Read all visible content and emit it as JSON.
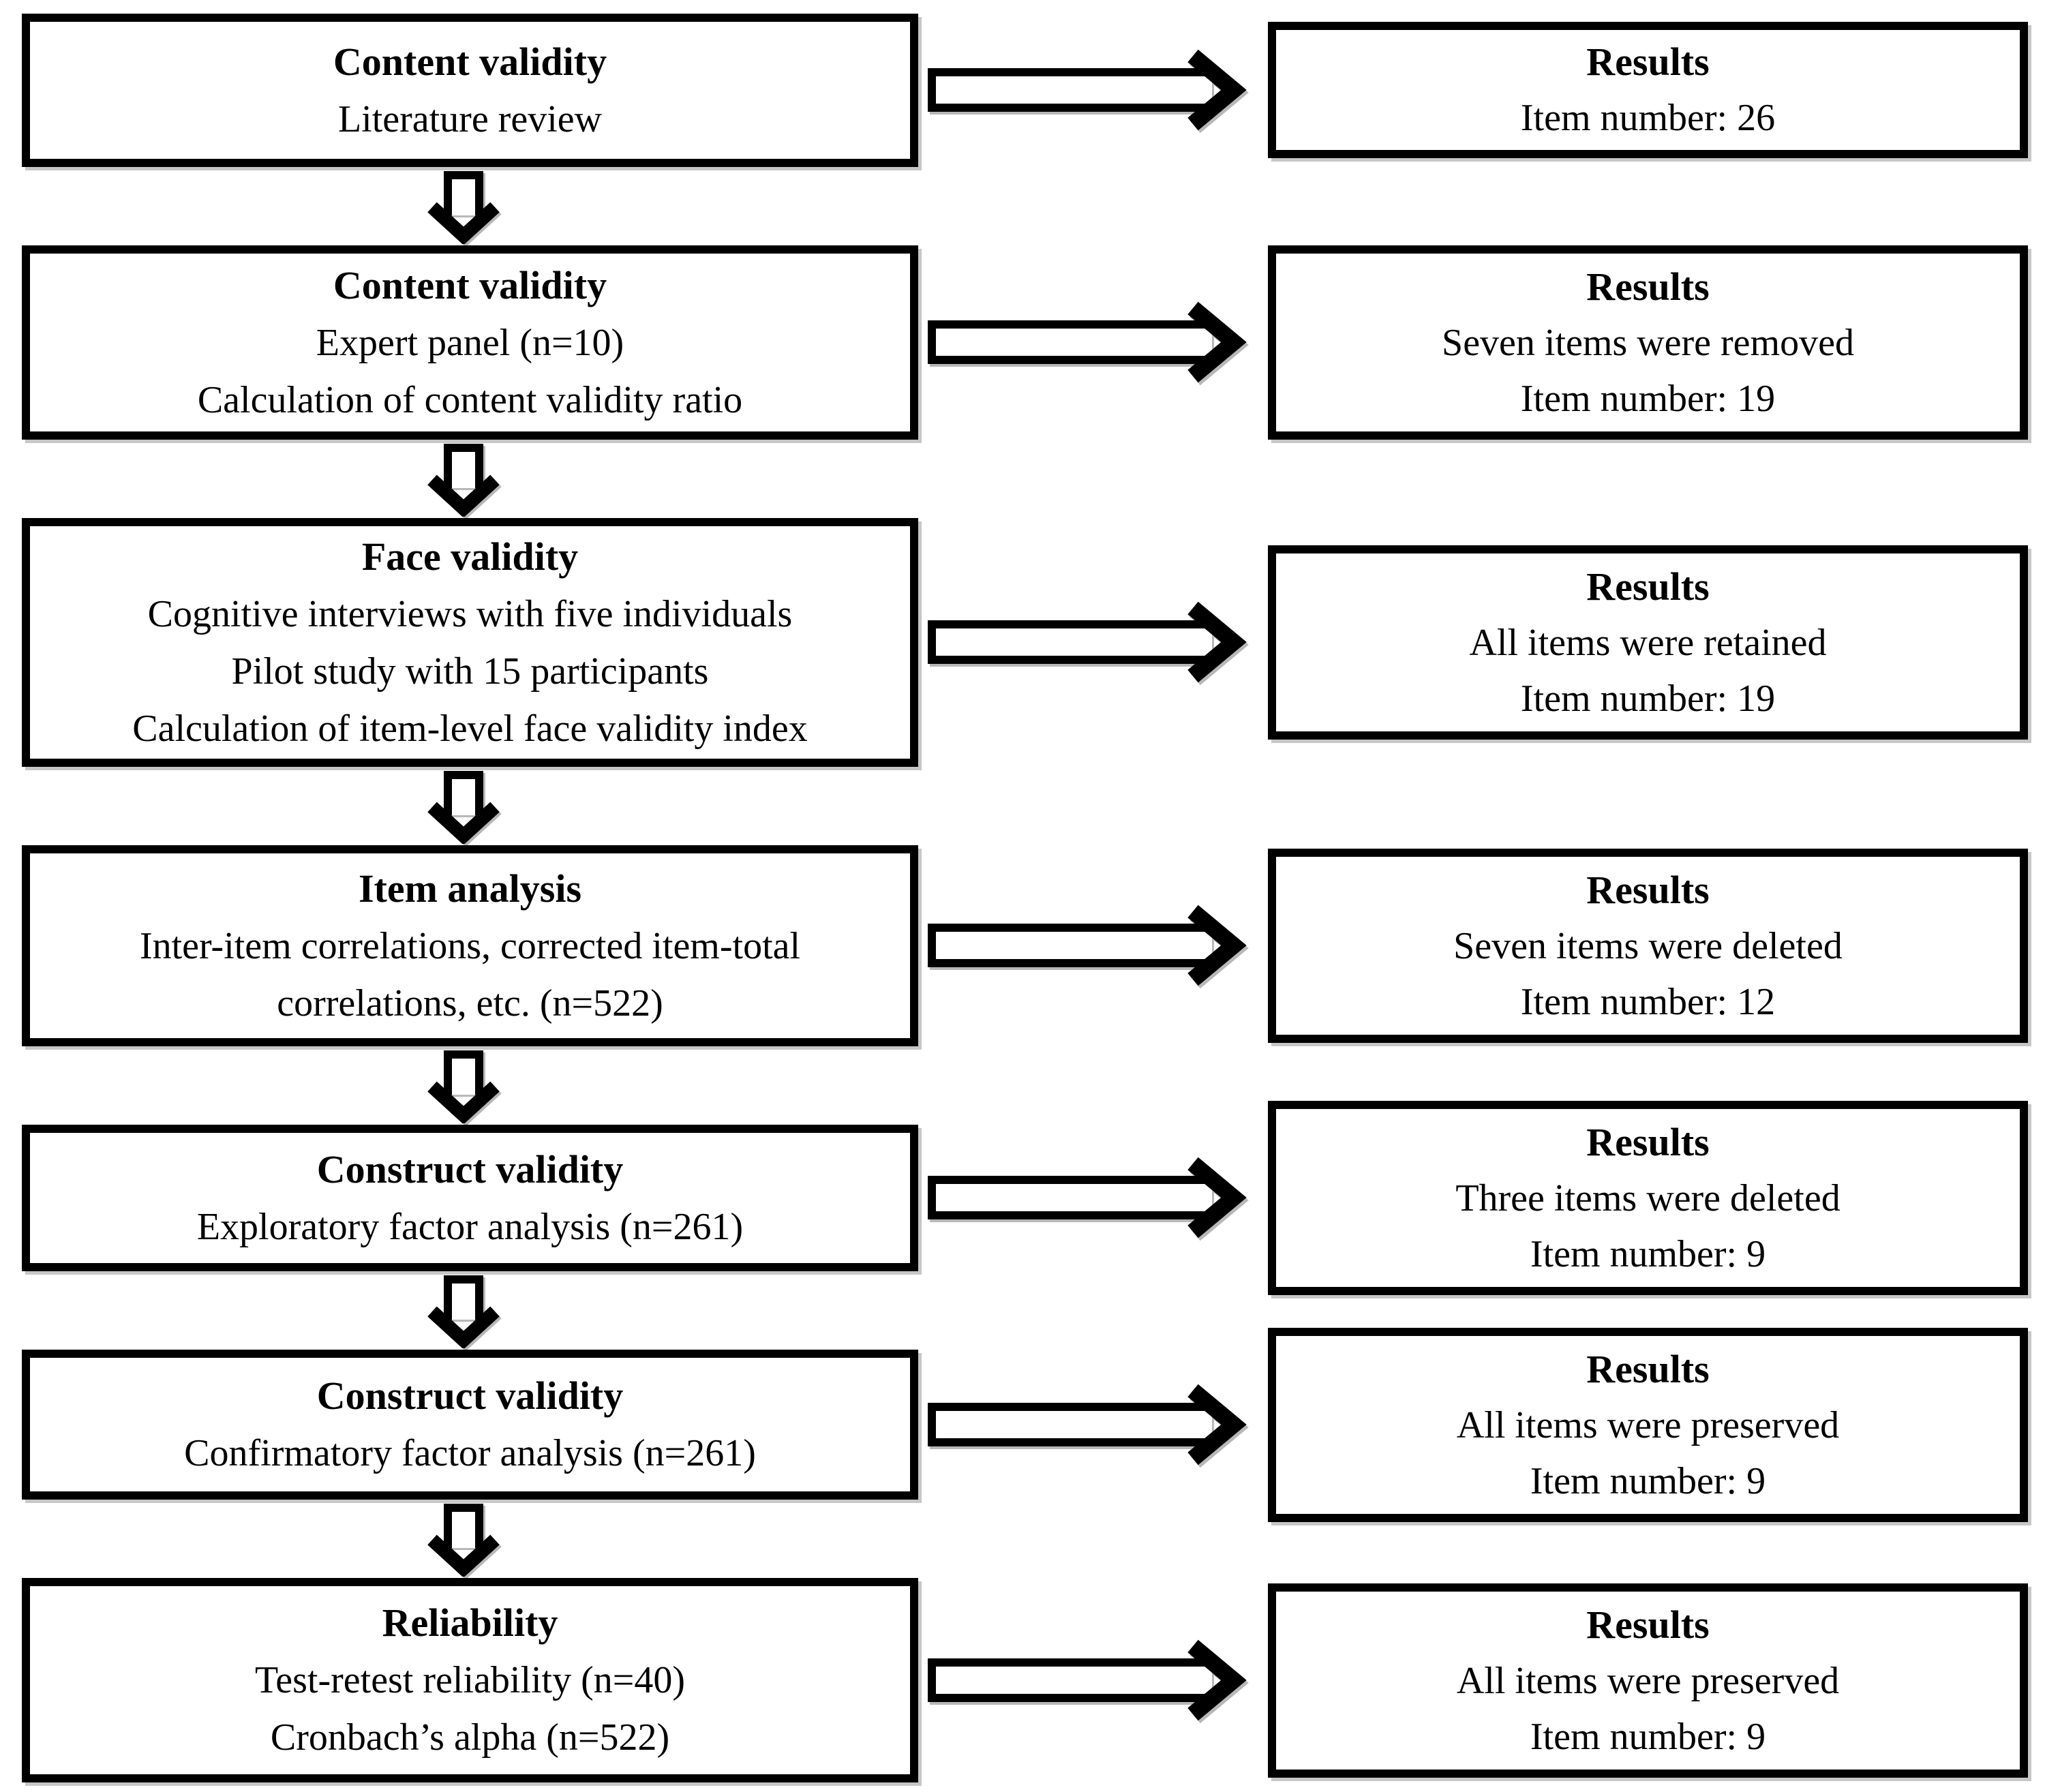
{
  "figure": {
    "rows": [
      {
        "step": {
          "title": "Content validity",
          "lines": [
            "Literature review"
          ]
        },
        "result": {
          "title": "Results",
          "lines": [
            "Item number: 26"
          ]
        }
      },
      {
        "step": {
          "title": "Content validity",
          "lines": [
            "Expert panel (n=10)",
            "Calculation of content validity ratio"
          ]
        },
        "result": {
          "title": "Results",
          "lines": [
            "Seven items were removed",
            "Item number: 19"
          ]
        }
      },
      {
        "step": {
          "title": "Face validity",
          "lines": [
            "Cognitive interviews with five individuals",
            "Pilot study with 15 participants",
            "Calculation of item-level face validity index"
          ]
        },
        "result": {
          "title": "Results",
          "lines": [
            "All items were retained",
            "Item number: 19"
          ]
        }
      },
      {
        "step": {
          "title": "Item analysis",
          "lines": [
            "Inter-item correlations, corrected item-total",
            "correlations, etc. (n=522)"
          ]
        },
        "result": {
          "title": "Results",
          "lines": [
            "Seven items were deleted",
            "Item number: 12"
          ]
        }
      },
      {
        "step": {
          "title": "Construct validity",
          "lines": [
            "Exploratory factor analysis (n=261)"
          ]
        },
        "result": {
          "title": "Results",
          "lines": [
            "Three items were deleted",
            "Item number: 9"
          ]
        }
      },
      {
        "step": {
          "title": "Construct validity",
          "lines": [
            "Confirmatory factor analysis (n=261)"
          ]
        },
        "result": {
          "title": "Results",
          "lines": [
            "All items were preserved",
            "Item number: 9"
          ]
        }
      },
      {
        "step": {
          "title": "Reliability",
          "lines": [
            "Test-retest reliability (n=40)",
            "Cronbach’s alpha (n=522)"
          ]
        },
        "result": {
          "title": "Results",
          "lines": [
            "All items were preserved",
            "Item number: 9"
          ]
        }
      }
    ],
    "colors": {
      "line": "#000000",
      "fill": "#ffffff"
    }
  }
}
